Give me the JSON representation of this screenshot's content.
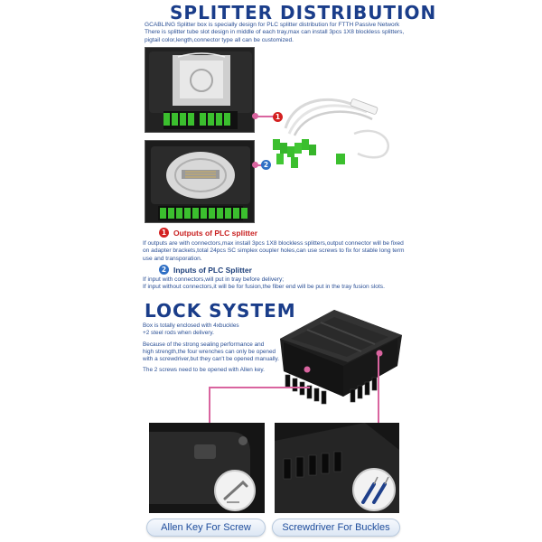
{
  "splitter": {
    "title": "SPLITTER DISTRIBUTION",
    "description": [
      "GCABLING Splitter box is specially design for PLC splitter distribution for FTTH Passive Network",
      "There is splitter tube slot design in middle of each tray,max can install 3pcs 1X8 blockless splitters,",
      "pigtail color,length,connector type all can be customized."
    ],
    "markers": [
      "1",
      "2"
    ],
    "outputs": {
      "heading": "Outputs of PLC splitter",
      "text": [
        "If outputs are with connectors,max install 3pcs 1X8 blockless splitters,output connector will be fixed",
        "on adapter brackets,total 24pcs SC simplex coupler holes,can use screws to fix for stable long term",
        "use and transporation."
      ]
    },
    "inputs": {
      "heading": "Inputs of PLC Splitter",
      "text": [
        "If input with connectors,will put in tray before delivery;",
        "If input without connectors,it will be for fusion,the fiber end will be put in the tray fusion slots."
      ]
    }
  },
  "lock": {
    "title": "LOCK SYSTEM",
    "text1": [
      "Box is totally enclosed with 4xbuckles",
      "+2 steel rods when delivery."
    ],
    "text2": [
      "Because of the strong sealing performance and",
      "high strength,the four wrenches can only be opened",
      "with a screwdriver,but they can't be opened manually."
    ],
    "text3": "The 2 screws need to be opened with Allen key.",
    "allen_label": "Allen Key For Screw",
    "screwdriver_label": "Screwdriver For Buckles"
  },
  "colors": {
    "title_blue": "#1a3d8a",
    "accent_pink": "#d9649f",
    "adapter_green": "#3bbf2e",
    "marker_red": "#d42020",
    "marker_blue": "#2f6fc4"
  }
}
